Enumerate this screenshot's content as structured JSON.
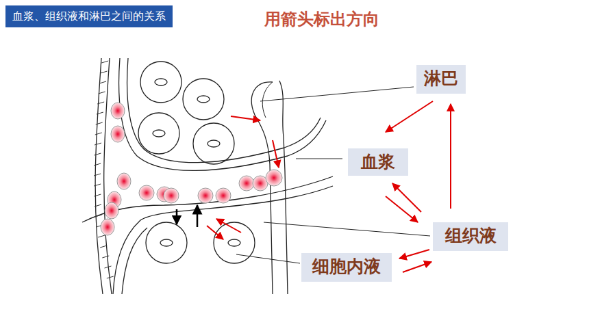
{
  "diagram": {
    "title": "血浆、组织液和淋巴之间的关系",
    "nodes": [
      {
        "text": [
          "淋巴"
        ]
      },
      {
        "text": [
          "血浆"
        ]
      },
      {
        "text": [
          "组织液"
        ]
      },
      {
        "text": [
          "细胞内液"
        ]
      }
    ],
    "edges": [
      {
        "from": 0,
        "to": 1,
        "arrow": "to"
      },
      {
        "from": 2,
        "to": 0,
        "arrow": "to"
      },
      {
        "from": 1,
        "to": 2,
        "arrow": "to"
      },
      {
        "from": 2,
        "to": 1,
        "arrow": "to"
      },
      {
        "from": 2,
        "to": 3,
        "arrow": "to"
      },
      {
        "from": 3,
        "to": 2,
        "arrow": "to"
      }
    ],
    "labels": [
      "用箭头标出方向"
    ]
  }
}
